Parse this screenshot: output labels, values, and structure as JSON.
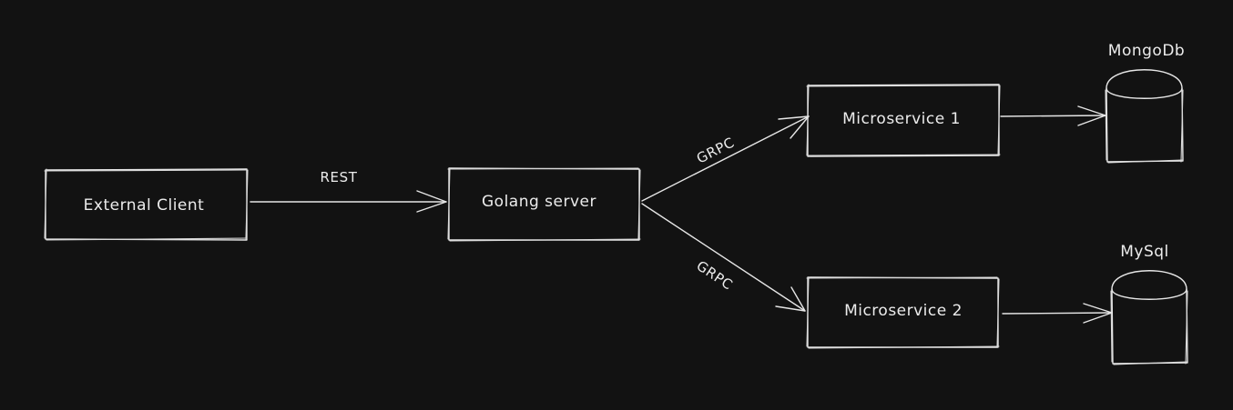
{
  "diagram": {
    "nodes": {
      "external_client": "External Client",
      "golang_server": "Golang server",
      "microservice_1": "Microservice 1",
      "microservice_2": "Microservice 2",
      "mongodb": "MongoDb",
      "mysql": "MySql"
    },
    "edges": {
      "client_to_server": "REST",
      "server_to_ms1": "GRPC",
      "server_to_ms2": "GRPC"
    },
    "colors": {
      "background": "#121212",
      "stroke": "#e6e6e6",
      "text": "#ececec"
    }
  }
}
